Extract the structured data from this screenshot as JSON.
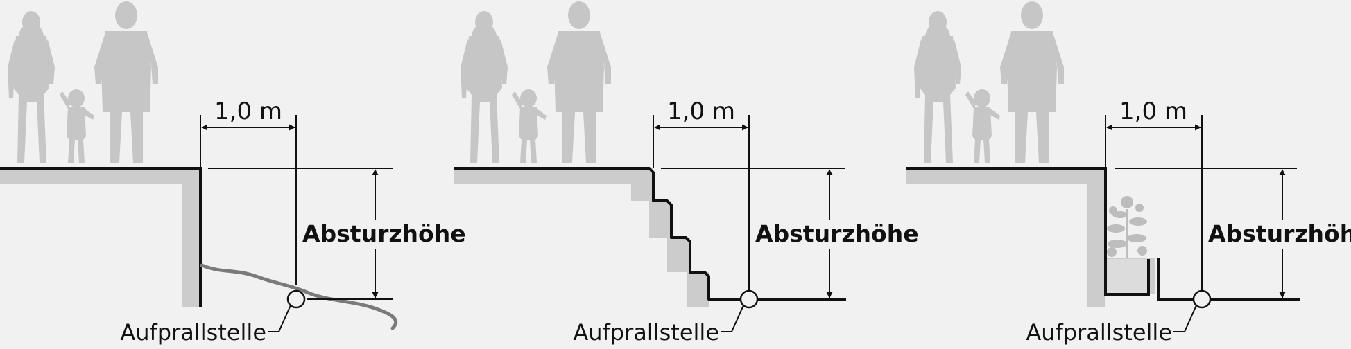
{
  "colors": {
    "background": "#f1f1f1",
    "wall_fill": "#cccccc",
    "edge": "#111111",
    "people": "#c6c6c6",
    "slope": "#7a7a7a",
    "plant": "#bdbdbd"
  },
  "panels": [
    {
      "name": "slope",
      "distance_label": "1,0 m",
      "height_label": "Absturzhöhe",
      "impact_label": "Aufprallstelle"
    },
    {
      "name": "stairs",
      "distance_label": "1,0 m",
      "height_label": "Absturzhöhe",
      "impact_label": "Aufprallstelle"
    },
    {
      "name": "planter",
      "distance_label": "1,0 m",
      "height_label": "Absturzhöhe",
      "impact_label": "Aufprallstelle"
    }
  ]
}
